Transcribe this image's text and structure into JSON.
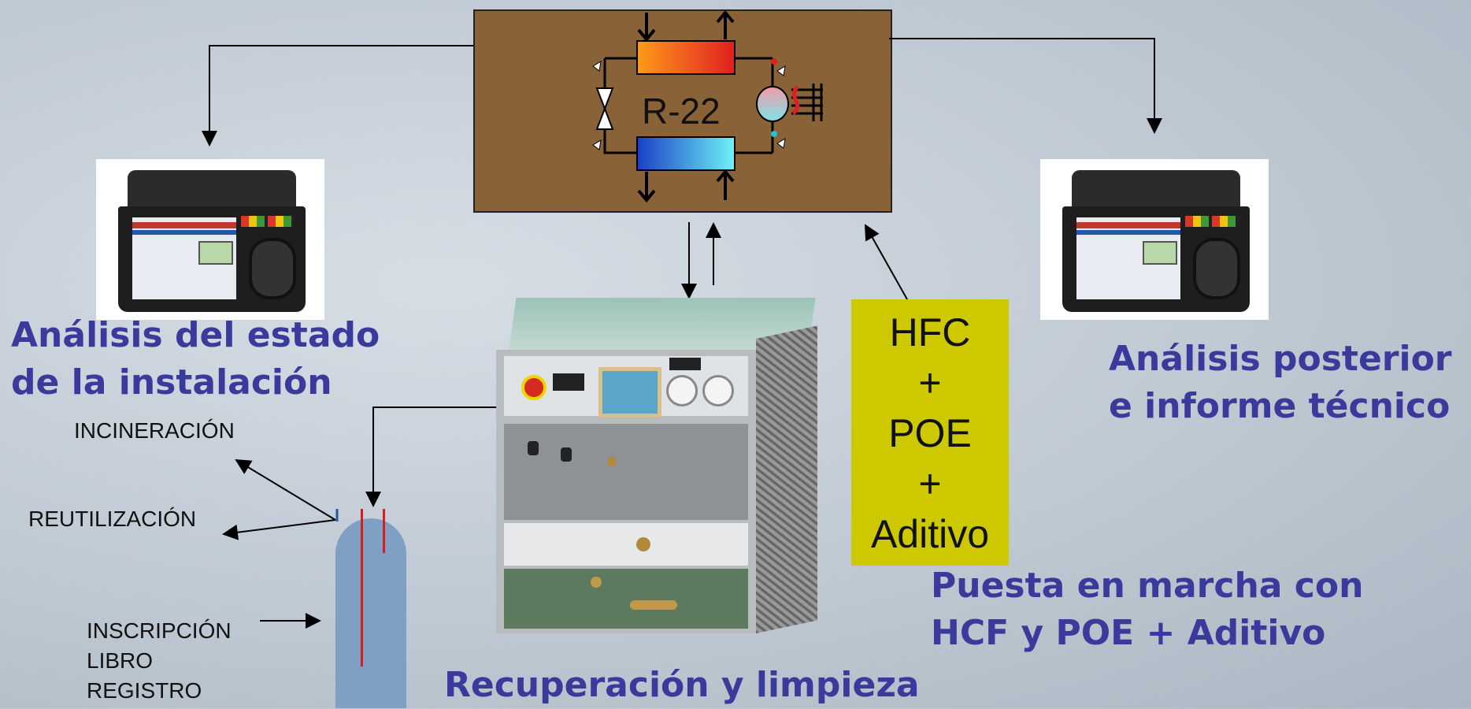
{
  "diagram": {
    "refrigerant_label": "R-22",
    "titles": {
      "state_analysis_line1": "Análisis del estado",
      "state_analysis_line2": "de la instalación",
      "post_analysis_line1": "Análisis posterior",
      "post_analysis_line2": "e informe técnico",
      "startup_line1": "Puesta en marcha con",
      "startup_line2": "HCF y POE + Aditivo",
      "recovery": "Recuperación y limpieza"
    },
    "destinations": {
      "incineration": "INCINERACIÓN",
      "reuse": "REUTILIZACIÓN",
      "registry_line1": "INSCRIPCIÓN",
      "registry_line2": "LIBRO",
      "registry_line3": "REGISTRO"
    },
    "replacement": {
      "line1": "HFC",
      "line2": "+",
      "line3": "POE",
      "line4": "+",
      "line5": "Aditivo"
    },
    "colors": {
      "title_blue": "#3a3a9c",
      "installation_box": "#8a6238",
      "replacement_box": "#cdc800",
      "cylinder": "#7f9fc4"
    },
    "images": {
      "left_analyzer": "portable-analyzer-case",
      "right_analyzer": "portable-analyzer-case",
      "recovery_unit": "refrigerant-recovery-machine",
      "refrigerant_cylinder": "recovery-cylinder"
    }
  }
}
